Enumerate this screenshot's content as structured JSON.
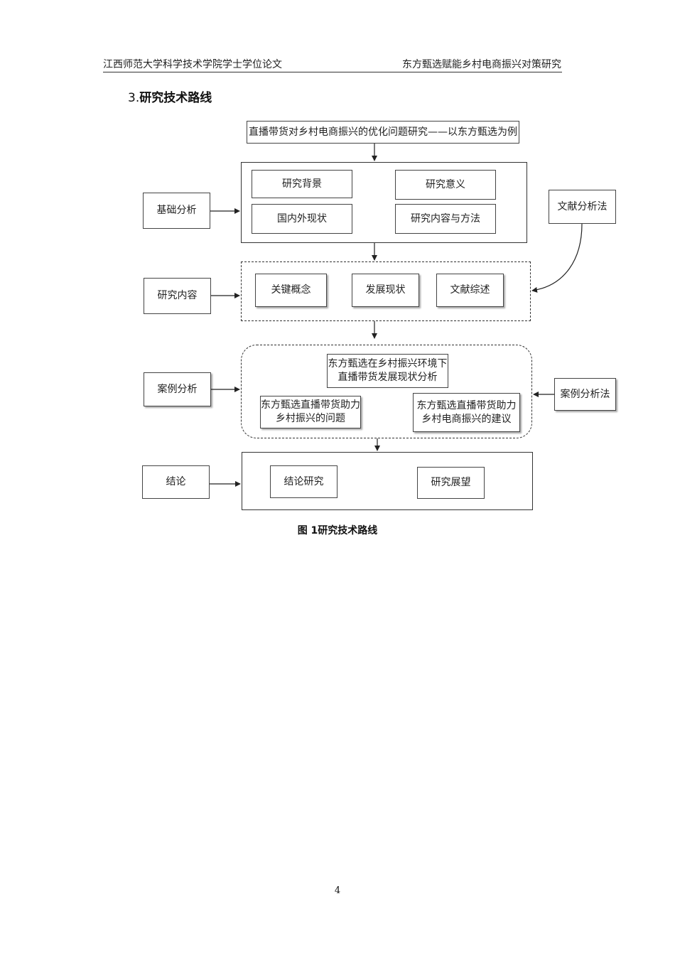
{
  "header": {
    "left": "江西师范大学科学技术学院学士学位论文",
    "right": "东方甄选赋能乡村电商振兴对策研究"
  },
  "section": {
    "number": "3.",
    "title": "研究技术路线"
  },
  "diagram": {
    "top_title": "直播带货对乡村电商振兴的优化问题研究——以东方甄选为例",
    "row1": {
      "label": "基础分析",
      "items": [
        "研究背景",
        "研究意义",
        "国内外现状",
        "研究内容与方法"
      ],
      "method": "文献分析法"
    },
    "row2": {
      "label": "研究内容",
      "items": [
        "关键概念",
        "发展现状",
        "文献综述"
      ]
    },
    "row3": {
      "label": "案例分析",
      "items": [
        "东方甄选在乡村振兴环境下直播带货发展现状分析",
        "东方甄选直播带货助力乡村振兴的问题",
        "东方甄选直播带货助力乡村电商振兴的建议"
      ],
      "method": "案例分析法"
    },
    "row4": {
      "label": "结论",
      "items": [
        "结论研究",
        "研究展望"
      ]
    }
  },
  "caption": "图 1研究技术路线",
  "page_number": "4"
}
